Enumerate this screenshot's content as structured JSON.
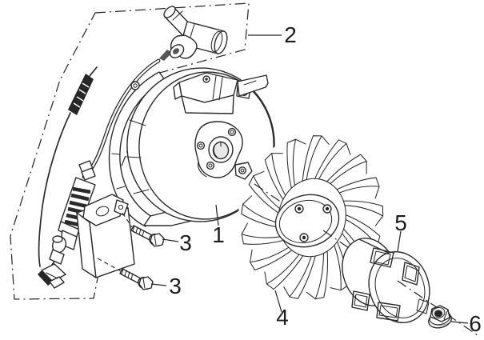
{
  "diagram": {
    "background": "#ffffff",
    "ink": "#2a2a2a",
    "label_color": "#1c1c1c",
    "callouts": {
      "flywheel": "1",
      "ignition_group": "2",
      "bolt_upper": "3",
      "bolt_lower": "3",
      "fan_wheel": "4",
      "starter_cup": "5",
      "flange_nut": "6"
    }
  }
}
